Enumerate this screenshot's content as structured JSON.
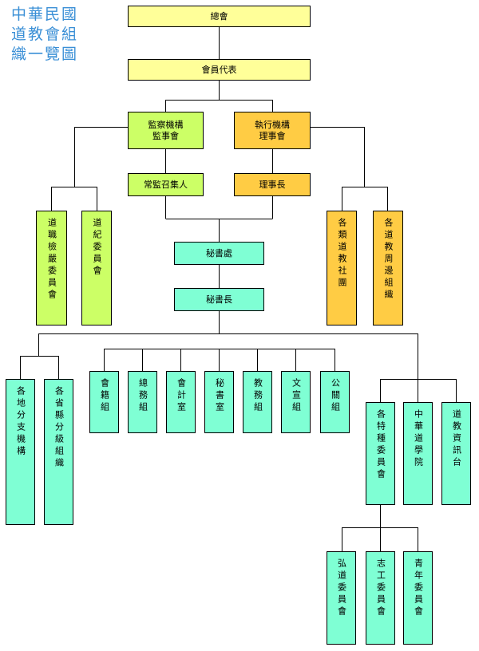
{
  "title": [
    "中華民國",
    "道教會組",
    "織一覽圖"
  ],
  "nodes": {
    "general_assembly": "總會",
    "member_representatives": "會員代表",
    "supervisors": "監察機構\n監事會",
    "executive": "執行機構\n理事會",
    "standing_supervisor": "常監召集人",
    "chairman": "理事長",
    "discipline_committee": "道職檢嚴委員會",
    "taoist_discipline_committee": "道紀委員會",
    "taoist_societies": "各類道教社團",
    "peripheral_orgs": "各道教周邊組織",
    "secretariat": "秘書處",
    "secretary_general": "秘書長",
    "membership_group": "會籍組",
    "general_affairs_group": "總務組",
    "accounting_office": "會計室",
    "secretary_office": "秘書室",
    "religious_affairs_group": "教務組",
    "documents_group": "文宣組",
    "public_relations_group": "公關組",
    "local_branches": "各地分支機構",
    "provincial_orgs": "各省縣分級組織",
    "special_committees": "各特種委員會",
    "taoist_academy": "中華道學院",
    "taoist_info_platform": "道教資訊台",
    "propagation_committee": "弘道委員會",
    "volunteer_committee": "志工委員會",
    "youth_committee": "青年委員會"
  }
}
